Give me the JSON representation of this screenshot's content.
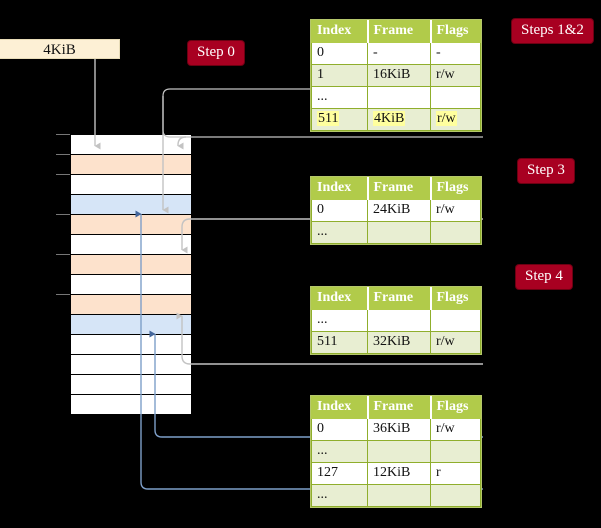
{
  "diagram": {
    "title_hidden": "",
    "badges": [
      {
        "id": "steps12",
        "label": "Steps 1&2"
      },
      {
        "id": "step0",
        "label": "Step 0"
      },
      {
        "id": "step3",
        "label": "Step 3"
      },
      {
        "id": "step4",
        "label": "Step 4"
      }
    ],
    "source_box": {
      "label": "4KiB"
    },
    "memory_column": {
      "rows": [
        {
          "fill": "white",
          "tick": true
        },
        {
          "fill": "peach",
          "tick": true
        },
        {
          "fill": "white",
          "tick": true
        },
        {
          "fill": "blue",
          "tick": false
        },
        {
          "fill": "peach",
          "tick": true
        },
        {
          "fill": "white",
          "tick": false
        },
        {
          "fill": "peach",
          "tick": true
        },
        {
          "fill": "white",
          "tick": false
        },
        {
          "fill": "peach",
          "tick": true
        },
        {
          "fill": "blue",
          "tick": false
        },
        {
          "fill": "white",
          "tick": false
        },
        {
          "fill": "white",
          "tick": false
        },
        {
          "fill": "white",
          "tick": false
        },
        {
          "fill": "white",
          "tick": false
        }
      ]
    },
    "colors": {
      "badge_bg": "#a80021",
      "badge_text": "#ffffff",
      "table_header_bg": "#b1cb4a",
      "table_border": "#8fae2c",
      "table_alt_row": "#e8eed2",
      "highlight": "#ffff9e",
      "source_box_bg": "#fdf0d5",
      "mem_peach": "#fde2cc",
      "mem_blue": "#d6e5f7",
      "wire_grey": "#b9b9b9",
      "wire_blue": "#7e9fc9",
      "background": "#000000"
    },
    "tables": [
      {
        "id": "table-1",
        "headers": [
          "Index",
          "Frame",
          "Flags"
        ],
        "rows": [
          {
            "style": "plain",
            "highlight": false,
            "cells": [
              "0",
              "-",
              "-"
            ]
          },
          {
            "style": "alt",
            "highlight": false,
            "cells": [
              "1",
              "16KiB",
              "r/w"
            ]
          },
          {
            "style": "plain",
            "highlight": false,
            "cells": [
              "...",
              "",
              ""
            ]
          },
          {
            "style": "alt",
            "highlight": true,
            "cells": [
              "511",
              "4KiB",
              "r/w"
            ]
          }
        ]
      },
      {
        "id": "table-2",
        "headers": [
          "Index",
          "Frame",
          "Flags"
        ],
        "rows": [
          {
            "style": "plain",
            "highlight": false,
            "cells": [
              "0",
              "24KiB",
              "r/w"
            ]
          },
          {
            "style": "alt",
            "highlight": false,
            "cells": [
              "...",
              "",
              ""
            ]
          }
        ]
      },
      {
        "id": "table-3",
        "headers": [
          "Index",
          "Frame",
          "Flags"
        ],
        "rows": [
          {
            "style": "plain",
            "highlight": false,
            "cells": [
              "...",
              "",
              ""
            ]
          },
          {
            "style": "alt",
            "highlight": false,
            "cells": [
              "511",
              "32KiB",
              "r/w"
            ]
          }
        ]
      },
      {
        "id": "table-4",
        "headers": [
          "Index",
          "Frame",
          "Flags"
        ],
        "rows": [
          {
            "style": "plain",
            "highlight": false,
            "cells": [
              "0",
              "36KiB",
              "r/w"
            ]
          },
          {
            "style": "alt",
            "highlight": false,
            "cells": [
              "...",
              "",
              ""
            ]
          },
          {
            "style": "plain",
            "highlight": false,
            "cells": [
              "127",
              "12KiB",
              "r"
            ]
          },
          {
            "style": "alt",
            "highlight": false,
            "cells": [
              "...",
              "",
              ""
            ]
          }
        ]
      }
    ]
  }
}
